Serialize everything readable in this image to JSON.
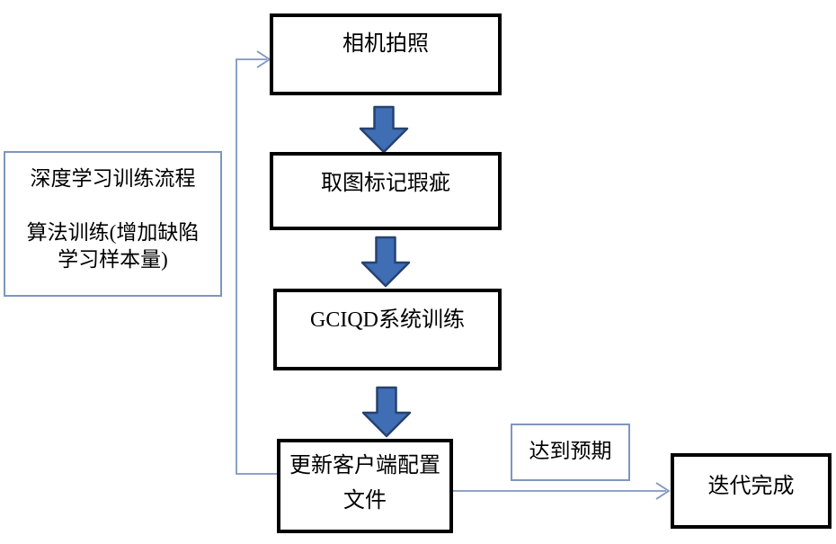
{
  "flowchart": {
    "note_box": {
      "lines": [
        "深度学习训练流程",
        "算法训练(增加缺陷",
        "学习样本量)"
      ]
    },
    "steps": {
      "camera": "相机拍照",
      "mark": "取图标记瑕疵",
      "train": "GCIQD系统训练",
      "update_line1": "更新客户端配置",
      "update_line2": "文件"
    },
    "condition": "达到预期",
    "end": "迭代完成",
    "colors": {
      "box_border": "#000000",
      "block_arrow_fill": "#3f6eb5",
      "block_arrow_stroke": "#27426f",
      "connector": "#7e96be"
    }
  }
}
